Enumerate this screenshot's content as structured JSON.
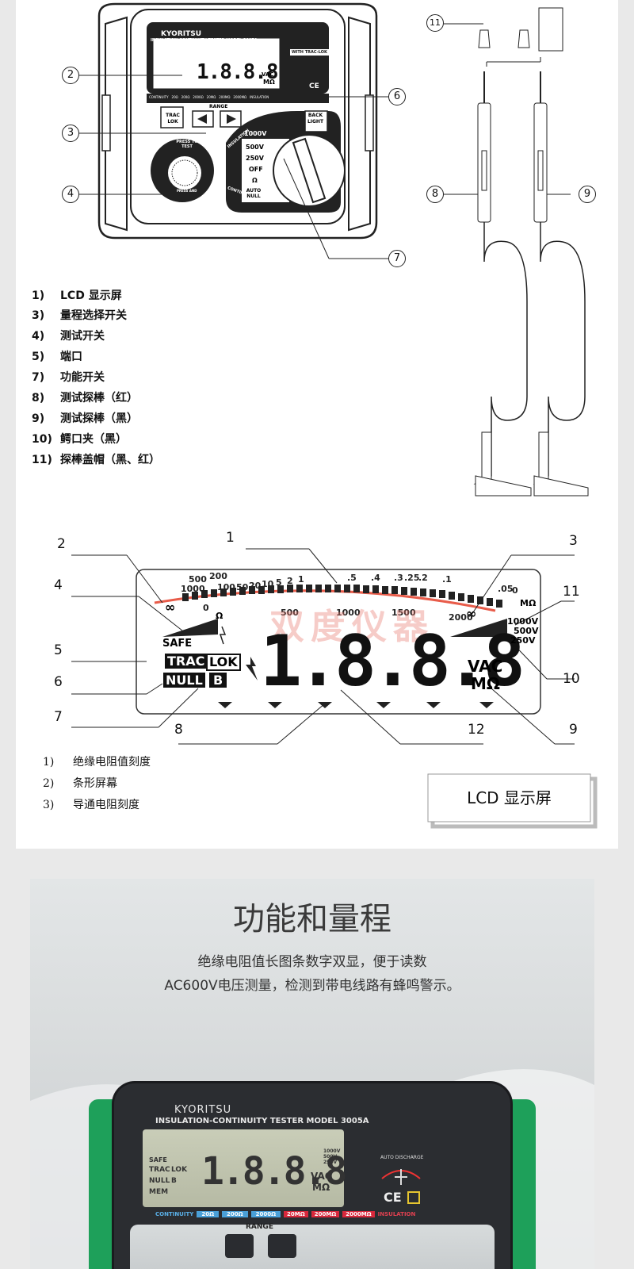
{
  "device": {
    "brand": "KYORITSU",
    "model_line": "INSULATION-CONTINUITY TESTER MODEL 3007A",
    "with_trac_lok": "WITH TRAC-LOK",
    "digits": "1.8.8.8",
    "unit_vac": "VAC",
    "unit_mohm": "MΩ",
    "ce": "CE",
    "continuity_bar": [
      "CONTINUITY",
      "20Ω",
      "200Ω",
      "2000Ω",
      "20MΩ",
      "200MΩ",
      "2000MΩ",
      "INSULATION"
    ],
    "trac_lok_btn": "TRAC LOK",
    "range_label": "RANGE",
    "back_light": "BACK LIGHT",
    "press_to_test": "PRESS TO TEST",
    "press_and": "PRESS AND",
    "dial_labels": [
      "1000V",
      "500V",
      "250V",
      "OFF",
      "Ω",
      "AUTO NULL"
    ],
    "insulation": "INSULATION",
    "continuity": "CONTINUITY"
  },
  "diagram1_callouts": [
    "2",
    "3",
    "4",
    "6",
    "7",
    "8",
    "9",
    "11"
  ],
  "legend1": [
    {
      "n": "1)",
      "t": "LCD 显示屏"
    },
    {
      "n": "3)",
      "t": "量程选择开关"
    },
    {
      "n": "4)",
      "t": "测试开关"
    },
    {
      "n": "5)",
      "t": "端口"
    },
    {
      "n": "7)",
      "t": "功能开关"
    },
    {
      "n": "8)",
      "t": "测试探棒（红）"
    },
    {
      "n": "9)",
      "t": "测试探棒（黑）"
    },
    {
      "n": "10)",
      "t": "鳄口夹（黑）"
    },
    {
      "n": "11)",
      "t": "探棒盖帽（黑、红）"
    }
  ],
  "lcd": {
    "callouts": [
      "1",
      "2",
      "3",
      "4",
      "5",
      "6",
      "7",
      "8",
      "9",
      "10",
      "11",
      "12"
    ],
    "scale_top": [
      "500",
      "200",
      "1000",
      "100",
      "50",
      "20",
      "10",
      "5",
      "2",
      "1",
      ".5",
      ".4",
      ".3",
      ".25",
      ".2",
      ".1",
      ".05",
      "0"
    ],
    "scale_bottom": [
      "0",
      "500",
      "1000",
      "1500",
      "2000"
    ],
    "inf": "∞",
    "mohm": "MΩ",
    "ohm": "Ω",
    "safe": "SAFE",
    "trac": "TRAC",
    "lok": "LOK",
    "null": "NULL",
    "b": "B",
    "digits": "1.8.8.8",
    "vac": "VAC",
    "unit": "MΩ",
    "volts": [
      "1000V",
      "500V",
      "250V"
    ],
    "watermark": "双度仪器"
  },
  "legend2": [
    {
      "n": "1)",
      "t": "绝缘电阻值刻度"
    },
    {
      "n": "2)",
      "t": "条形屏幕"
    },
    {
      "n": "3)",
      "t": "导通电阻刻度"
    }
  ],
  "lcd_box_caption": "LCD 显示屏",
  "section": {
    "title": "功能和量程",
    "line1": "绝缘电阻值长图条数字双显，便于读数",
    "line2": "AC600V电压测量，检测到带电线路有蜂鸣警示。"
  },
  "photo": {
    "brand": "KYORITSU",
    "model_line": "INSULATION-CONTINUITY TESTER MODEL 3005A",
    "digits": "1.8.8.8",
    "vac": "VAC",
    "unit": "MΩ",
    "volts": [
      "1000V",
      "500V",
      "250V"
    ],
    "safe": "SAFE",
    "trac": "TRAC",
    "lok": "LOK",
    "null": "NULL",
    "b": "B",
    "mem": "MEM",
    "auto_discharge": "AUTO DISCHARGE",
    "ce": "CE",
    "bar": [
      "CONTINUITY",
      "20Ω",
      "200Ω",
      "2000Ω",
      "20MΩ",
      "200MΩ",
      "2000MΩ",
      "INSULATION"
    ],
    "range": "RANGE"
  }
}
